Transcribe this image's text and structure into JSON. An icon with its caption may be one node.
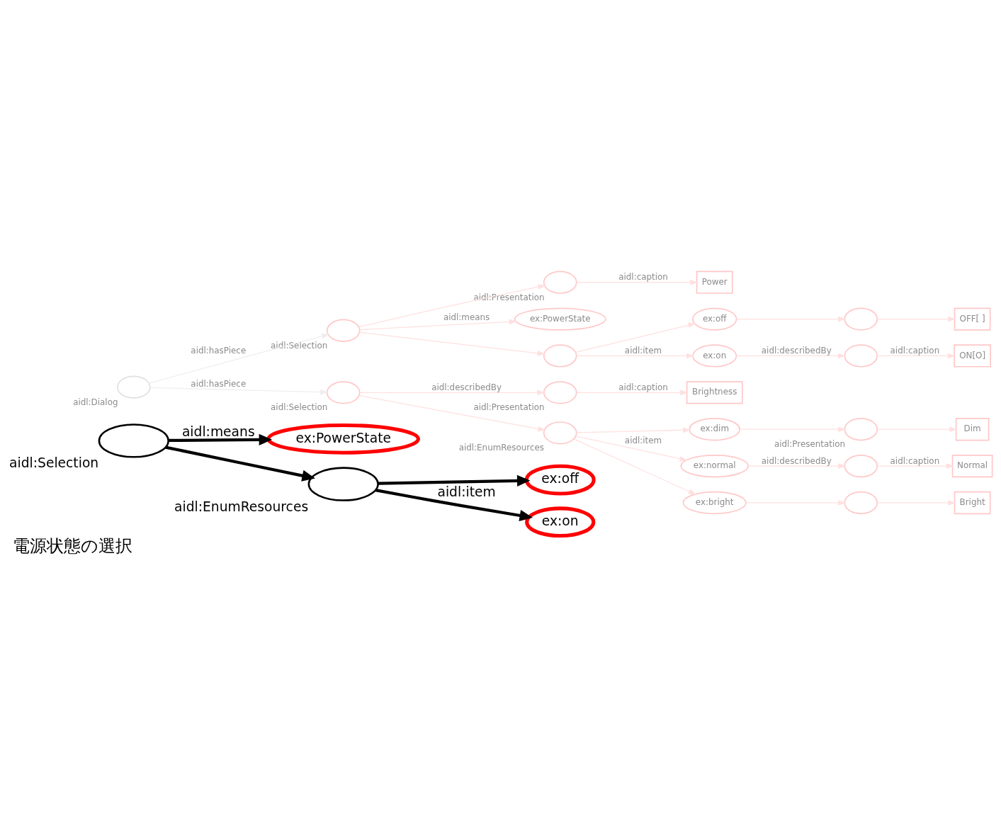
{
  "diagram": {
    "caption": "電源状態の選択",
    "nodes": [
      {
        "text": [],
        "shape": "ellipse",
        "beside": [
          "aidl:Selection"
        ]
      },
      {
        "text": [
          "ex:PowerState"
        ]
      },
      {
        "text": [],
        "shape": "ellipse",
        "beside": [
          "aidl:EnumResources"
        ]
      },
      {
        "text": [
          "ex:off"
        ]
      },
      {
        "text": [
          "ex:on"
        ]
      },
      {
        "text": [],
        "shape": "ellipse",
        "beside": [
          "aidl:Dialog"
        ]
      },
      {
        "text": [],
        "shape": "ellipse",
        "beside": [
          "aidl:Selection"
        ]
      },
      {
        "text": [],
        "shape": "ellipse",
        "beside": [
          "aidl:Presentation"
        ]
      },
      {
        "text": [
          "Power"
        ]
      },
      {
        "text": [
          "ex:PowerState"
        ]
      },
      {
        "text": [],
        "shape": "ellipse"
      },
      {
        "text": [
          "ex:off"
        ]
      },
      {
        "text": [],
        "shape": "ellipse"
      },
      {
        "text": [
          "OFF[ ]"
        ]
      },
      {
        "text": [
          "ex:on"
        ]
      },
      {
        "text": [],
        "shape": "ellipse"
      },
      {
        "text": [
          "ON[O]"
        ]
      },
      {
        "text": [],
        "shape": "ellipse",
        "beside": [
          "aidl:Selection"
        ]
      },
      {
        "text": [],
        "shape": "ellipse",
        "beside": [
          "aidl:Presentation"
        ]
      },
      {
        "text": [
          "Brightness"
        ]
      },
      {
        "text": [],
        "shape": "ellipse",
        "beside": [
          "aidl:EnumResources"
        ]
      },
      {
        "text": [
          "ex:dim"
        ]
      },
      {
        "text": [],
        "shape": "ellipse",
        "beside": [
          "aidl:Presentation"
        ]
      },
      {
        "text": [
          "Dim"
        ]
      },
      {
        "text": [
          "ex:normal"
        ]
      },
      {
        "text": [],
        "shape": "ellipse"
      },
      {
        "text": [
          "Normal"
        ]
      },
      {
        "text": [
          "ex:bright"
        ]
      },
      {
        "text": [],
        "shape": "ellipse"
      },
      {
        "text": [
          "Bright"
        ]
      }
    ],
    "edges": [
      {
        "from": 0,
        "to": 1,
        "arrow": "to",
        "label": "aidl:means",
        "style": "thick",
        "color": "#000000"
      },
      {
        "from": 0,
        "to": 2,
        "arrow": "to",
        "style": "thick",
        "color": "#000000"
      },
      {
        "from": 2,
        "to": 3,
        "arrow": "to",
        "style": "thick",
        "color": "#000000"
      },
      {
        "from": 2,
        "to": 4,
        "arrow": "to",
        "label": "aidl:item",
        "style": "thick",
        "color": "#000000"
      },
      {
        "from": 5,
        "to": 6,
        "arrow": "to",
        "label": "aidl:hasPiece",
        "color": "#eeeeee"
      },
      {
        "from": 5,
        "to": 17,
        "arrow": "to",
        "label": "aidl:hasPiece",
        "color": "#eeeeee"
      },
      {
        "from": 6,
        "to": 7,
        "arrow": "to",
        "color": "#ffe0e0"
      },
      {
        "from": 6,
        "to": 9,
        "arrow": "to",
        "label": "aidl:means",
        "color": "#ffe0e0"
      },
      {
        "from": 6,
        "to": 10,
        "arrow": "to",
        "color": "#ffe0e0"
      },
      {
        "from": 7,
        "to": 8,
        "arrow": "to",
        "label": "aidl:caption",
        "color": "#ffe0e0"
      },
      {
        "from": 10,
        "to": 11,
        "arrow": "to",
        "color": "#ffe0e0"
      },
      {
        "from": 10,
        "to": 14,
        "arrow": "to",
        "label": "aidl:item",
        "color": "#ffe0e0"
      },
      {
        "from": 11,
        "to": 12,
        "arrow": "to",
        "color": "#ffe0e0"
      },
      {
        "from": 12,
        "to": 13,
        "arrow": "to",
        "color": "#ffe0e0"
      },
      {
        "from": 14,
        "to": 15,
        "arrow": "to",
        "label": "aidl:describedBy",
        "color": "#ffe0e0"
      },
      {
        "from": 15,
        "to": 16,
        "arrow": "to",
        "label": "aidl:caption",
        "color": "#ffe0e0"
      },
      {
        "from": 17,
        "to": 18,
        "arrow": "to",
        "label": "aidl:describedBy",
        "color": "#ffe0e0"
      },
      {
        "from": 17,
        "to": 20,
        "arrow": "to",
        "color": "#ffe0e0"
      },
      {
        "from": 18,
        "to": 19,
        "arrow": "to",
        "label": "aidl:caption",
        "color": "#ffe0e0"
      },
      {
        "from": 20,
        "to": 21,
        "arrow": "to",
        "color": "#ffe0e0"
      },
      {
        "from": 20,
        "to": 24,
        "arrow": "to",
        "label": "aidl:item",
        "color": "#ffe0e0"
      },
      {
        "from": 20,
        "to": 27,
        "arrow": "to",
        "color": "#ffe0e0"
      },
      {
        "from": 21,
        "to": 22,
        "arrow": "to",
        "color": "#ffe0e0"
      },
      {
        "from": 22,
        "to": 23,
        "arrow": "to",
        "color": "#ffe0e0"
      },
      {
        "from": 24,
        "to": 25,
        "arrow": "to",
        "label": "aidl:describedBy",
        "color": "#ffe0e0"
      },
      {
        "from": 25,
        "to": 26,
        "arrow": "to",
        "label": "aidl:caption",
        "color": "#ffe0e0"
      },
      {
        "from": 27,
        "to": 28,
        "arrow": "to",
        "color": "#ffe0e0"
      },
      {
        "from": 28,
        "to": 29,
        "arrow": "to",
        "color": "#ffe0e0"
      }
    ]
  }
}
